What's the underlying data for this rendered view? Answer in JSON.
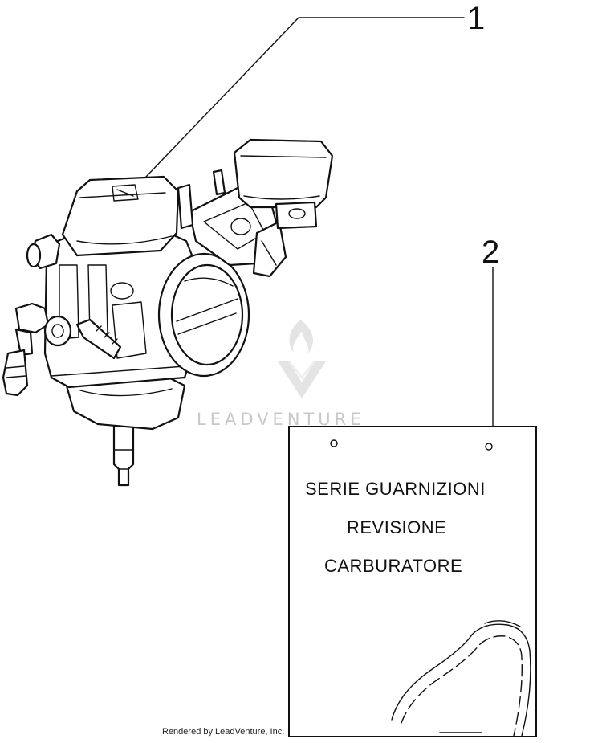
{
  "callouts": [
    {
      "number": "1"
    },
    {
      "number": "2"
    }
  ],
  "gasket_bag": {
    "lines": [
      "SERIE GUARNIZIONI",
      "REVISIONE",
      "CARBURATORE"
    ]
  },
  "watermark": {
    "text": "LEADVENTURE"
  },
  "credit": {
    "text": "Rendered by LeadVenture, Inc."
  },
  "colors": {
    "line": "#111111",
    "watermark": "#c8c8c8",
    "background": "#ffffff"
  },
  "icons": {
    "watermark_logo": "flame-v-logo-icon"
  }
}
